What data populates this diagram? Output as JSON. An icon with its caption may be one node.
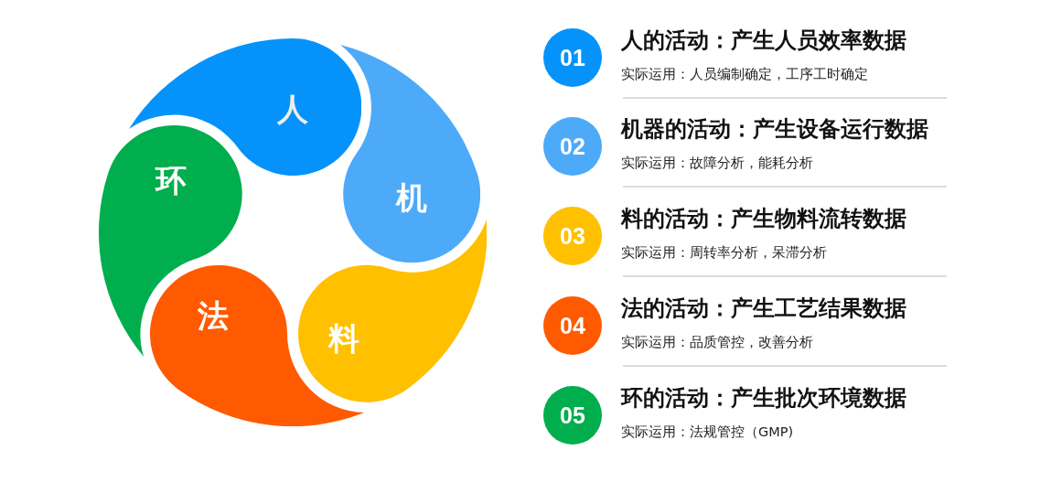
{
  "diagram": {
    "nodes": [
      {
        "text": [
          "人"
        ]
      },
      {
        "text": [
          "机"
        ]
      },
      {
        "text": [
          "料"
        ]
      },
      {
        "text": [
          "法"
        ]
      },
      {
        "text": [
          "环"
        ]
      },
      {
        "text": [
          "01"
        ],
        "beside": [
          "人的活动：产生人员效率数据",
          "实际运用：人员编制确定，工序工时确定"
        ]
      },
      {
        "text": [
          "02"
        ],
        "beside": [
          "机器的活动：产生设备运行数据",
          "实际运用：故障分析，能耗分析"
        ]
      },
      {
        "text": [
          "03"
        ],
        "beside": [
          "料的活动：产生物料流转数据",
          "实际运用：周转率分析，呆滞分析"
        ]
      },
      {
        "text": [
          "04"
        ],
        "beside": [
          "法的活动：产生工艺结果数据",
          "实际运用：品质管控，改善分析"
        ]
      },
      {
        "text": [
          "05"
        ],
        "beside": [
          "环的活动：产生批次环境数据",
          "实际运用：法规管控（GMP)"
        ]
      }
    ]
  }
}
